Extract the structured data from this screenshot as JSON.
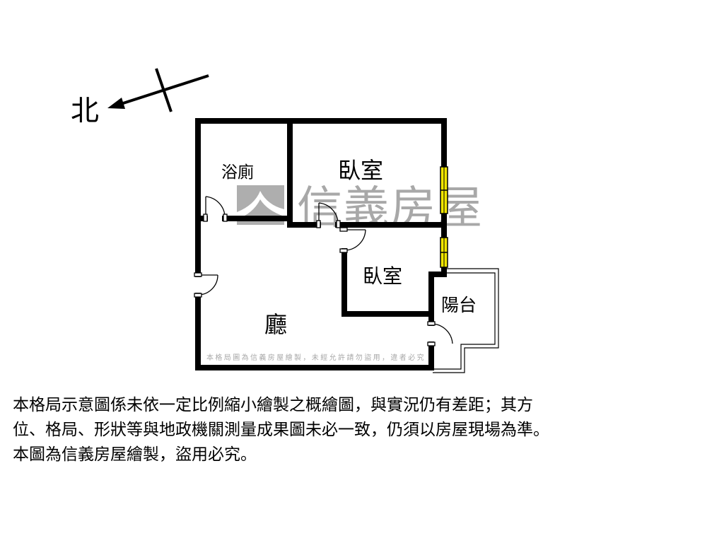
{
  "compass": {
    "north_label": "北"
  },
  "rooms": {
    "bathroom": "浴廁",
    "bedroom_1": "臥室",
    "bedroom_2": "臥室",
    "living": "廳",
    "balcony": "陽台"
  },
  "watermark": {
    "brand": "信義房屋",
    "notice": "本格局圖為信義房屋繪製，未經允許請勿盜用，違者必究"
  },
  "colors": {
    "wall": "#000000",
    "window": "#f2e600",
    "watermark": "#999999"
  },
  "disclaimer": [
    "本格局示意圖係未依一定比例縮小繪製之概繪圖，與實況仍有差距；其方",
    "位、格局、形狀等與地政機關測量成果圖未必一致，仍須以房屋現場為準。",
    "本圖為信義房屋繪製，盜用必究。"
  ]
}
